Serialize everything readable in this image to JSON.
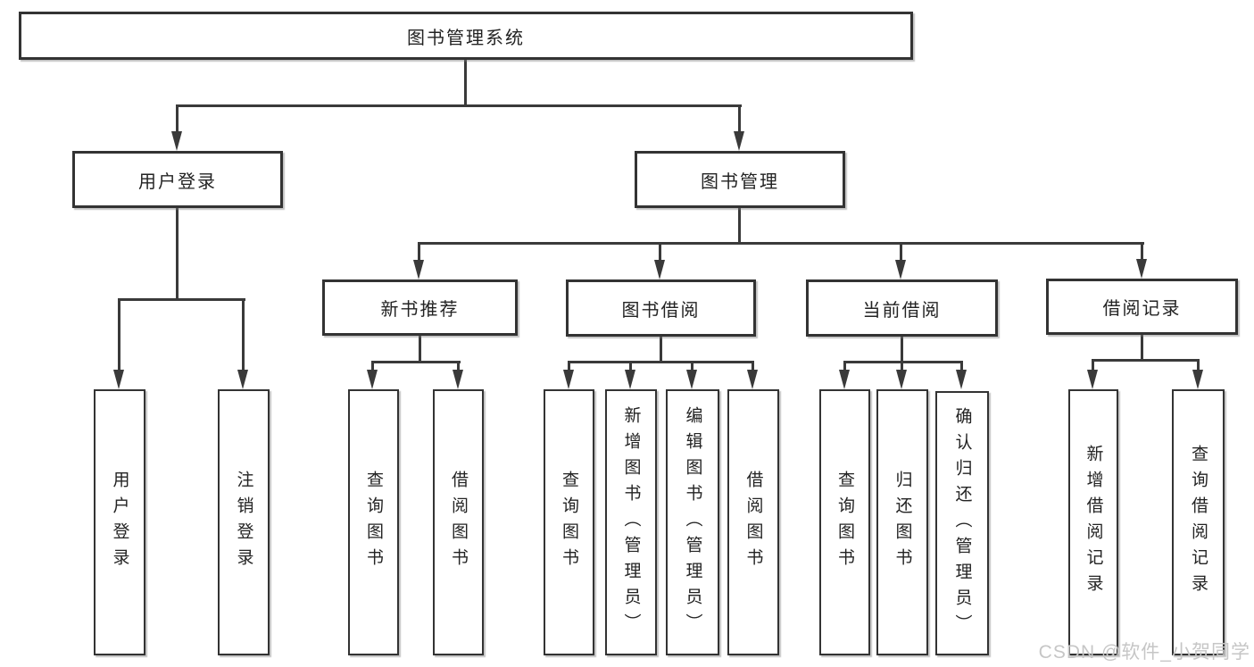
{
  "diagram": {
    "root": {
      "label": "图书管理系统"
    },
    "level2": [
      {
        "label": "用户登录"
      },
      {
        "label": "图书管理"
      }
    ],
    "level3": [
      {
        "label": "新书推荐"
      },
      {
        "label": "图书借阅"
      },
      {
        "label": "当前借阅"
      },
      {
        "label": "借阅记录"
      }
    ],
    "leaves": {
      "user_login": [
        {
          "label": "用户登录"
        },
        {
          "label": "注销登录"
        }
      ],
      "new_book": [
        {
          "label": "查询图书"
        },
        {
          "label": "借阅图书"
        }
      ],
      "book_borrow": [
        {
          "label": "查询图书"
        },
        {
          "label": "新增图书（管理员）"
        },
        {
          "label": "编辑图书（管理员）"
        },
        {
          "label": "借阅图书"
        }
      ],
      "current_borrow": [
        {
          "label": "查询图书"
        },
        {
          "label": "归还图书"
        },
        {
          "label": "确认归还（管理员）"
        }
      ],
      "borrow_records": [
        {
          "label": "新增借阅记录"
        },
        {
          "label": "查询借阅记录"
        }
      ]
    }
  },
  "watermark": {
    "text": "CSDN @软件_小贺同学",
    "color": "#c6c6c6"
  },
  "colors": {
    "line": "#3a3a3a",
    "border": "#333333",
    "text": "#232323",
    "background": "#ffffff"
  }
}
